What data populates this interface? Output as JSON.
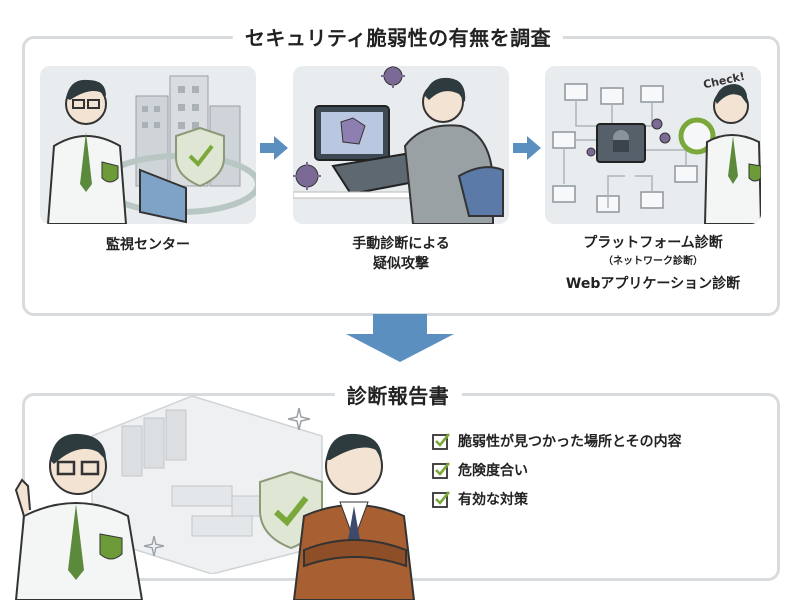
{
  "top_panel": {
    "title": "セキュリティ脆弱性の有無を調査",
    "steps": [
      {
        "label": "監視センター"
      },
      {
        "label_line1": "手動診断による",
        "label_line2": "疑似攻撃"
      },
      {
        "label_line1": "プラットフォーム診断",
        "label_sub": "（ネットワーク診断）",
        "label_line3": "Webアプリケーション診断"
      }
    ],
    "check_bubble": "Check!"
  },
  "bottom_panel": {
    "title": "診断報告書",
    "items": [
      "脆弱性が見つかった場所とその内容",
      "危険度合い",
      "有効な対策"
    ]
  },
  "colors": {
    "accent_blue": "#5b8fbf",
    "check_green": "#7aa83a",
    "panel_border": "#d9dcdf",
    "illus_bg": "#e9ecee"
  }
}
